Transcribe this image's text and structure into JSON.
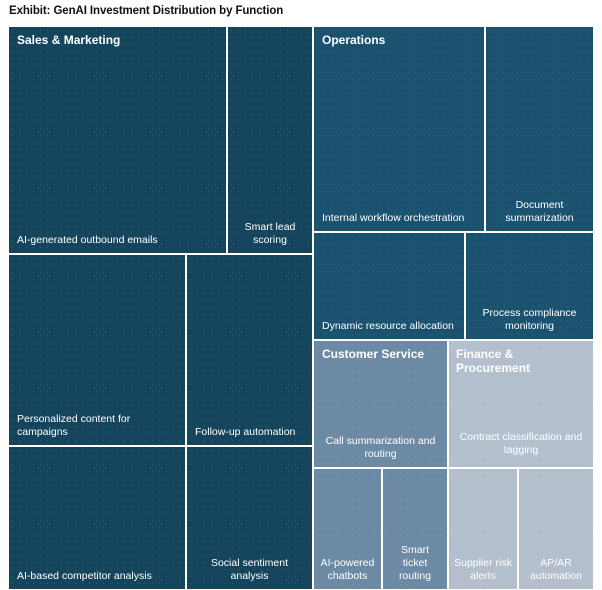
{
  "title": "Exhibit: GenAI Investment Distribution by Function",
  "colors": {
    "sales_marketing": "#15455d",
    "operations": "#1a5270",
    "customer_service": "#6d8aa5",
    "finance_procurement": "#b3bfcd",
    "background": "#ffffff",
    "tile_border": "#ffffff",
    "title_text": "#111111",
    "label_text": "#ffffff"
  },
  "chart_data": {
    "type": "treemap",
    "title": "Exhibit: GenAI Investment Distribution by Function",
    "xlabel": "",
    "ylabel": "",
    "legend": "none",
    "grid": false,
    "groups": [
      {
        "name": "Sales & Marketing",
        "color": "#15455d",
        "tiles": [
          {
            "label": "AI-generated outbound emails",
            "align": "left"
          },
          {
            "label": "Smart lead scoring",
            "align": "center"
          },
          {
            "label": "Personalized content for campaigns",
            "align": "left"
          },
          {
            "label": "Follow-up automation",
            "align": "left"
          },
          {
            "label": "AI-based competitor analysis",
            "align": "left"
          },
          {
            "label": "Social sentiment analysis",
            "align": "center"
          }
        ]
      },
      {
        "name": "Operations",
        "color": "#1a5270",
        "tiles": [
          {
            "label": "Internal workflow orchestration",
            "align": "left"
          },
          {
            "label": "Document summarization",
            "align": "center"
          },
          {
            "label": "Dynamic resource allocation",
            "align": "left"
          },
          {
            "label": "Process compliance monitoring",
            "align": "center"
          }
        ]
      },
      {
        "name": "Customer Service",
        "color": "#6d8aa5",
        "tiles": [
          {
            "label": "Call summarization and routing",
            "align": "center"
          },
          {
            "label": "AI-powered chatbots",
            "align": "center"
          },
          {
            "label": "Smart ticket routing",
            "align": "center"
          }
        ]
      },
      {
        "name": "Finance & Procurement",
        "color": "#b3bfcd",
        "tiles": [
          {
            "label": "Contract classification and tagging",
            "align": "center"
          },
          {
            "label": "Supplier risk alerts",
            "align": "center"
          },
          {
            "label": "AP/AR automation",
            "align": "center"
          }
        ]
      }
    ]
  }
}
